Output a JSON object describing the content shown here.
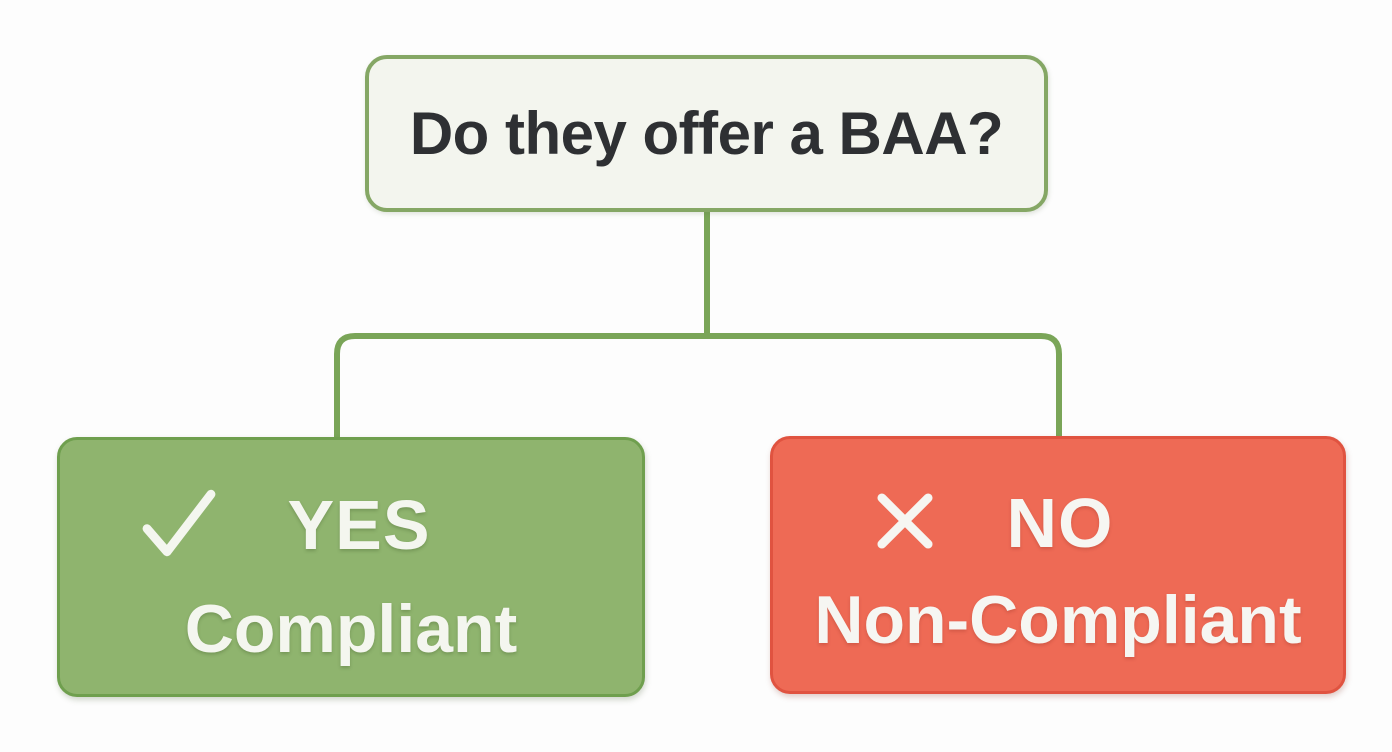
{
  "page": {
    "background_color": "#fdfdfd",
    "connector_color": "#7aa558"
  },
  "flowchart": {
    "root": {
      "label": "Do they offer a BAA?",
      "fill_color": "#f3f5ee",
      "border_color": "#85a765",
      "text_color": "#2e3033"
    },
    "branches": {
      "0": {
        "id": "yes",
        "icon": "check-icon",
        "answer": "YES",
        "result": "Compliant",
        "fill_color": "#8fb46e",
        "border_color": "#6f9f4e",
        "text_color": "#f4f6ef"
      },
      "1": {
        "id": "no",
        "icon": "x-icon",
        "answer": "NO",
        "result": "Non-Compliant",
        "fill_color": "#ee6a55",
        "border_color": "#e05340",
        "text_color": "#f6f6f2"
      }
    }
  }
}
